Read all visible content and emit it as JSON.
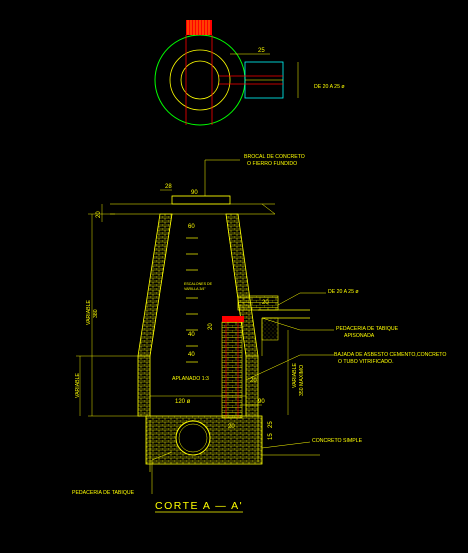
{
  "plan_view": {
    "label_pipe": "DE 20 A 25 ø",
    "dim_top": "25"
  },
  "section": {
    "title": "CORTE  A — A'",
    "callouts": {
      "brocal_line1": "BROCAL DE CONCRETO",
      "brocal_line2": "O FIERRO FUNDIDO",
      "pipe_in": "DE 20 A 25 ø",
      "pedaceria_apisonada_1": "PEDACERIA DE TABIQUE",
      "pedaceria_apisonada_2": "APISONADA",
      "bajada_1": "BAJADA DE ASBESTO CEMENTO,CONCRETO",
      "bajada_2": "O TUBO VITRIFICADO.",
      "concreto_simple": "CONCRETO SIMPLE",
      "pedaceria_tabique": "PEDACERIA DE TABIQUE"
    },
    "dims": {
      "d28": "28",
      "d90": "90",
      "d60": "60",
      "d20_left": "20",
      "d40": "40",
      "d40b": "40",
      "d20_inner": "20",
      "d20_mid": "20",
      "d120": "120 ø",
      "d90b": "90",
      "d20_bottom": "20",
      "d15": "15",
      "d25": "25",
      "d20_pipe": "20",
      "variable_left": "VARIABLE",
      "variable_left_sub": "380",
      "variable_low": "VARIABLE",
      "variable_right": "VARIABLE",
      "variable_right_sub": "350 MAXIMO"
    },
    "notes": {
      "aplanado": "APLANADO 1:3",
      "escalones": "ESCALONES DE",
      "escalones2": "VARILLA 3/4\""
    }
  },
  "colors": {
    "line": "#ffff00",
    "hatch": "#ffff00",
    "cyan": "#00ffff",
    "red": "#ff0000",
    "green": "#00ff00",
    "background": "#000000"
  }
}
